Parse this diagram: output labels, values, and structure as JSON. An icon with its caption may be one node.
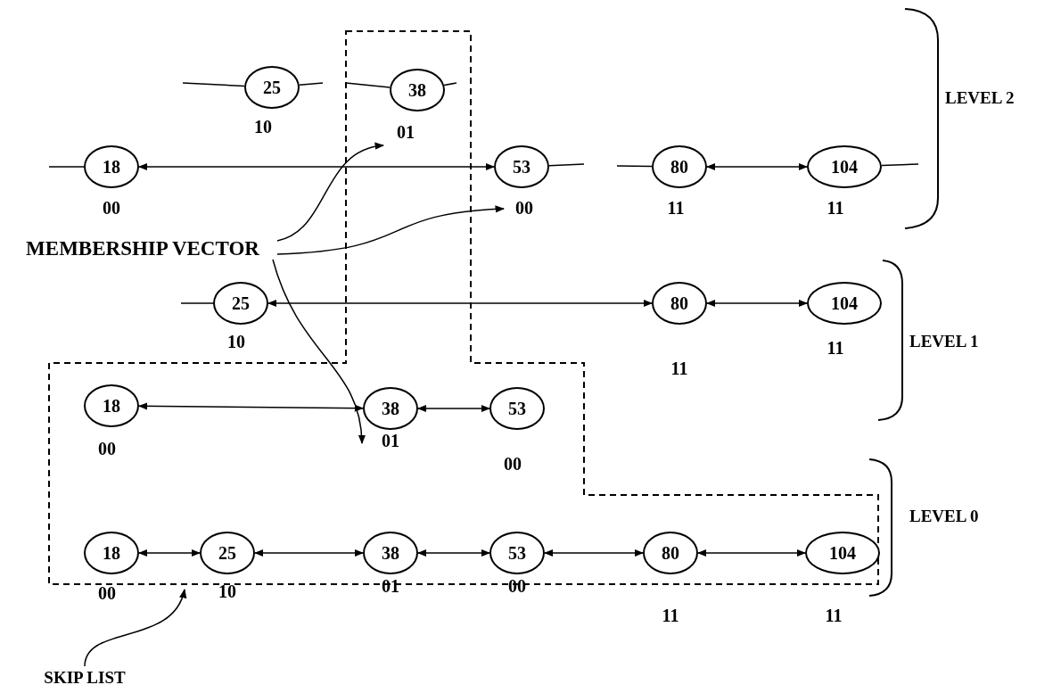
{
  "diagram": {
    "nodes": [
      {
        "text": [],
        "shape": "box"
      },
      {
        "text": [
          "25"
        ],
        "beside": [
          "10"
        ]
      },
      {
        "text": [
          "38"
        ],
        "beside": [
          "01"
        ],
        "in": 0
      },
      {
        "text": [
          "18"
        ],
        "beside": [
          "00"
        ]
      },
      {
        "text": [
          "53"
        ],
        "beside": [
          "00"
        ]
      },
      {
        "text": [
          "80"
        ],
        "beside": [
          "11"
        ]
      },
      {
        "text": [
          "104"
        ],
        "beside": [
          "11"
        ]
      },
      {
        "text": [
          "25"
        ],
        "beside": [
          "10"
        ]
      },
      {
        "text": [
          "80"
        ],
        "beside": [
          "11"
        ]
      },
      {
        "text": [
          "104"
        ],
        "beside": [
          "11"
        ]
      },
      {
        "text": [
          "18"
        ],
        "beside": [
          "00"
        ],
        "in": 0
      },
      {
        "text": [
          "38"
        ],
        "beside": [
          "01"
        ],
        "in": 0
      },
      {
        "text": [
          "53"
        ],
        "beside": [
          "00"
        ],
        "in": 0
      },
      {
        "text": [
          "18"
        ],
        "beside": [
          "00"
        ],
        "in": 0
      },
      {
        "text": [
          "25"
        ],
        "beside": [
          "10"
        ],
        "in": 0
      },
      {
        "text": [
          "38"
        ],
        "beside": [
          "01"
        ],
        "in": 0
      },
      {
        "text": [
          "53"
        ],
        "beside": [
          "00"
        ],
        "in": 0
      },
      {
        "text": [
          "80"
        ],
        "beside": [
          "11"
        ],
        "in": 0
      },
      {
        "text": [
          "104"
        ],
        "beside": [
          "11"
        ],
        "in": 0
      },
      {
        "text": [
          "MEMBERSHIP VECTOR"
        ]
      },
      {
        "text": [
          "SKIP LIST"
        ]
      }
    ],
    "edges": [
      {
        "from": null,
        "to": 1,
        "arrow": "none"
      },
      {
        "from": 1,
        "to": null,
        "arrow": "none"
      },
      {
        "from": null,
        "to": 2,
        "arrow": "none"
      },
      {
        "from": 2,
        "to": null,
        "arrow": "none"
      },
      {
        "from": null,
        "to": 3,
        "arrow": "none"
      },
      {
        "from": 3,
        "to": 4,
        "arrow": "both"
      },
      {
        "from": 4,
        "to": null,
        "arrow": "none"
      },
      {
        "from": null,
        "to": 5,
        "arrow": "none"
      },
      {
        "from": 5,
        "to": 6,
        "arrow": "both"
      },
      {
        "from": 6,
        "to": null,
        "arrow": "none"
      },
      {
        "from": null,
        "to": 7,
        "arrow": "none"
      },
      {
        "from": 7,
        "to": 8,
        "arrow": "both"
      },
      {
        "from": 8,
        "to": 9,
        "arrow": "both"
      },
      {
        "from": 10,
        "to": 11,
        "arrow": "both"
      },
      {
        "from": 11,
        "to": 12,
        "arrow": "both"
      },
      {
        "from": 13,
        "to": 14,
        "arrow": "both"
      },
      {
        "from": 14,
        "to": 15,
        "arrow": "both"
      },
      {
        "from": 15,
        "to": 16,
        "arrow": "both"
      },
      {
        "from": 16,
        "to": 17,
        "arrow": "both"
      },
      {
        "from": 17,
        "to": 18,
        "arrow": "both"
      },
      {
        "from": 19,
        "to": 2,
        "arrow": "to"
      },
      {
        "from": 19,
        "to": 4,
        "arrow": "to"
      },
      {
        "from": 19,
        "to": 11,
        "arrow": "to"
      },
      {
        "from": 20,
        "to": 0,
        "arrow": "to"
      }
    ],
    "labels": [
      "LEVEL 2",
      "LEVEL 1",
      "LEVEL 0"
    ]
  }
}
